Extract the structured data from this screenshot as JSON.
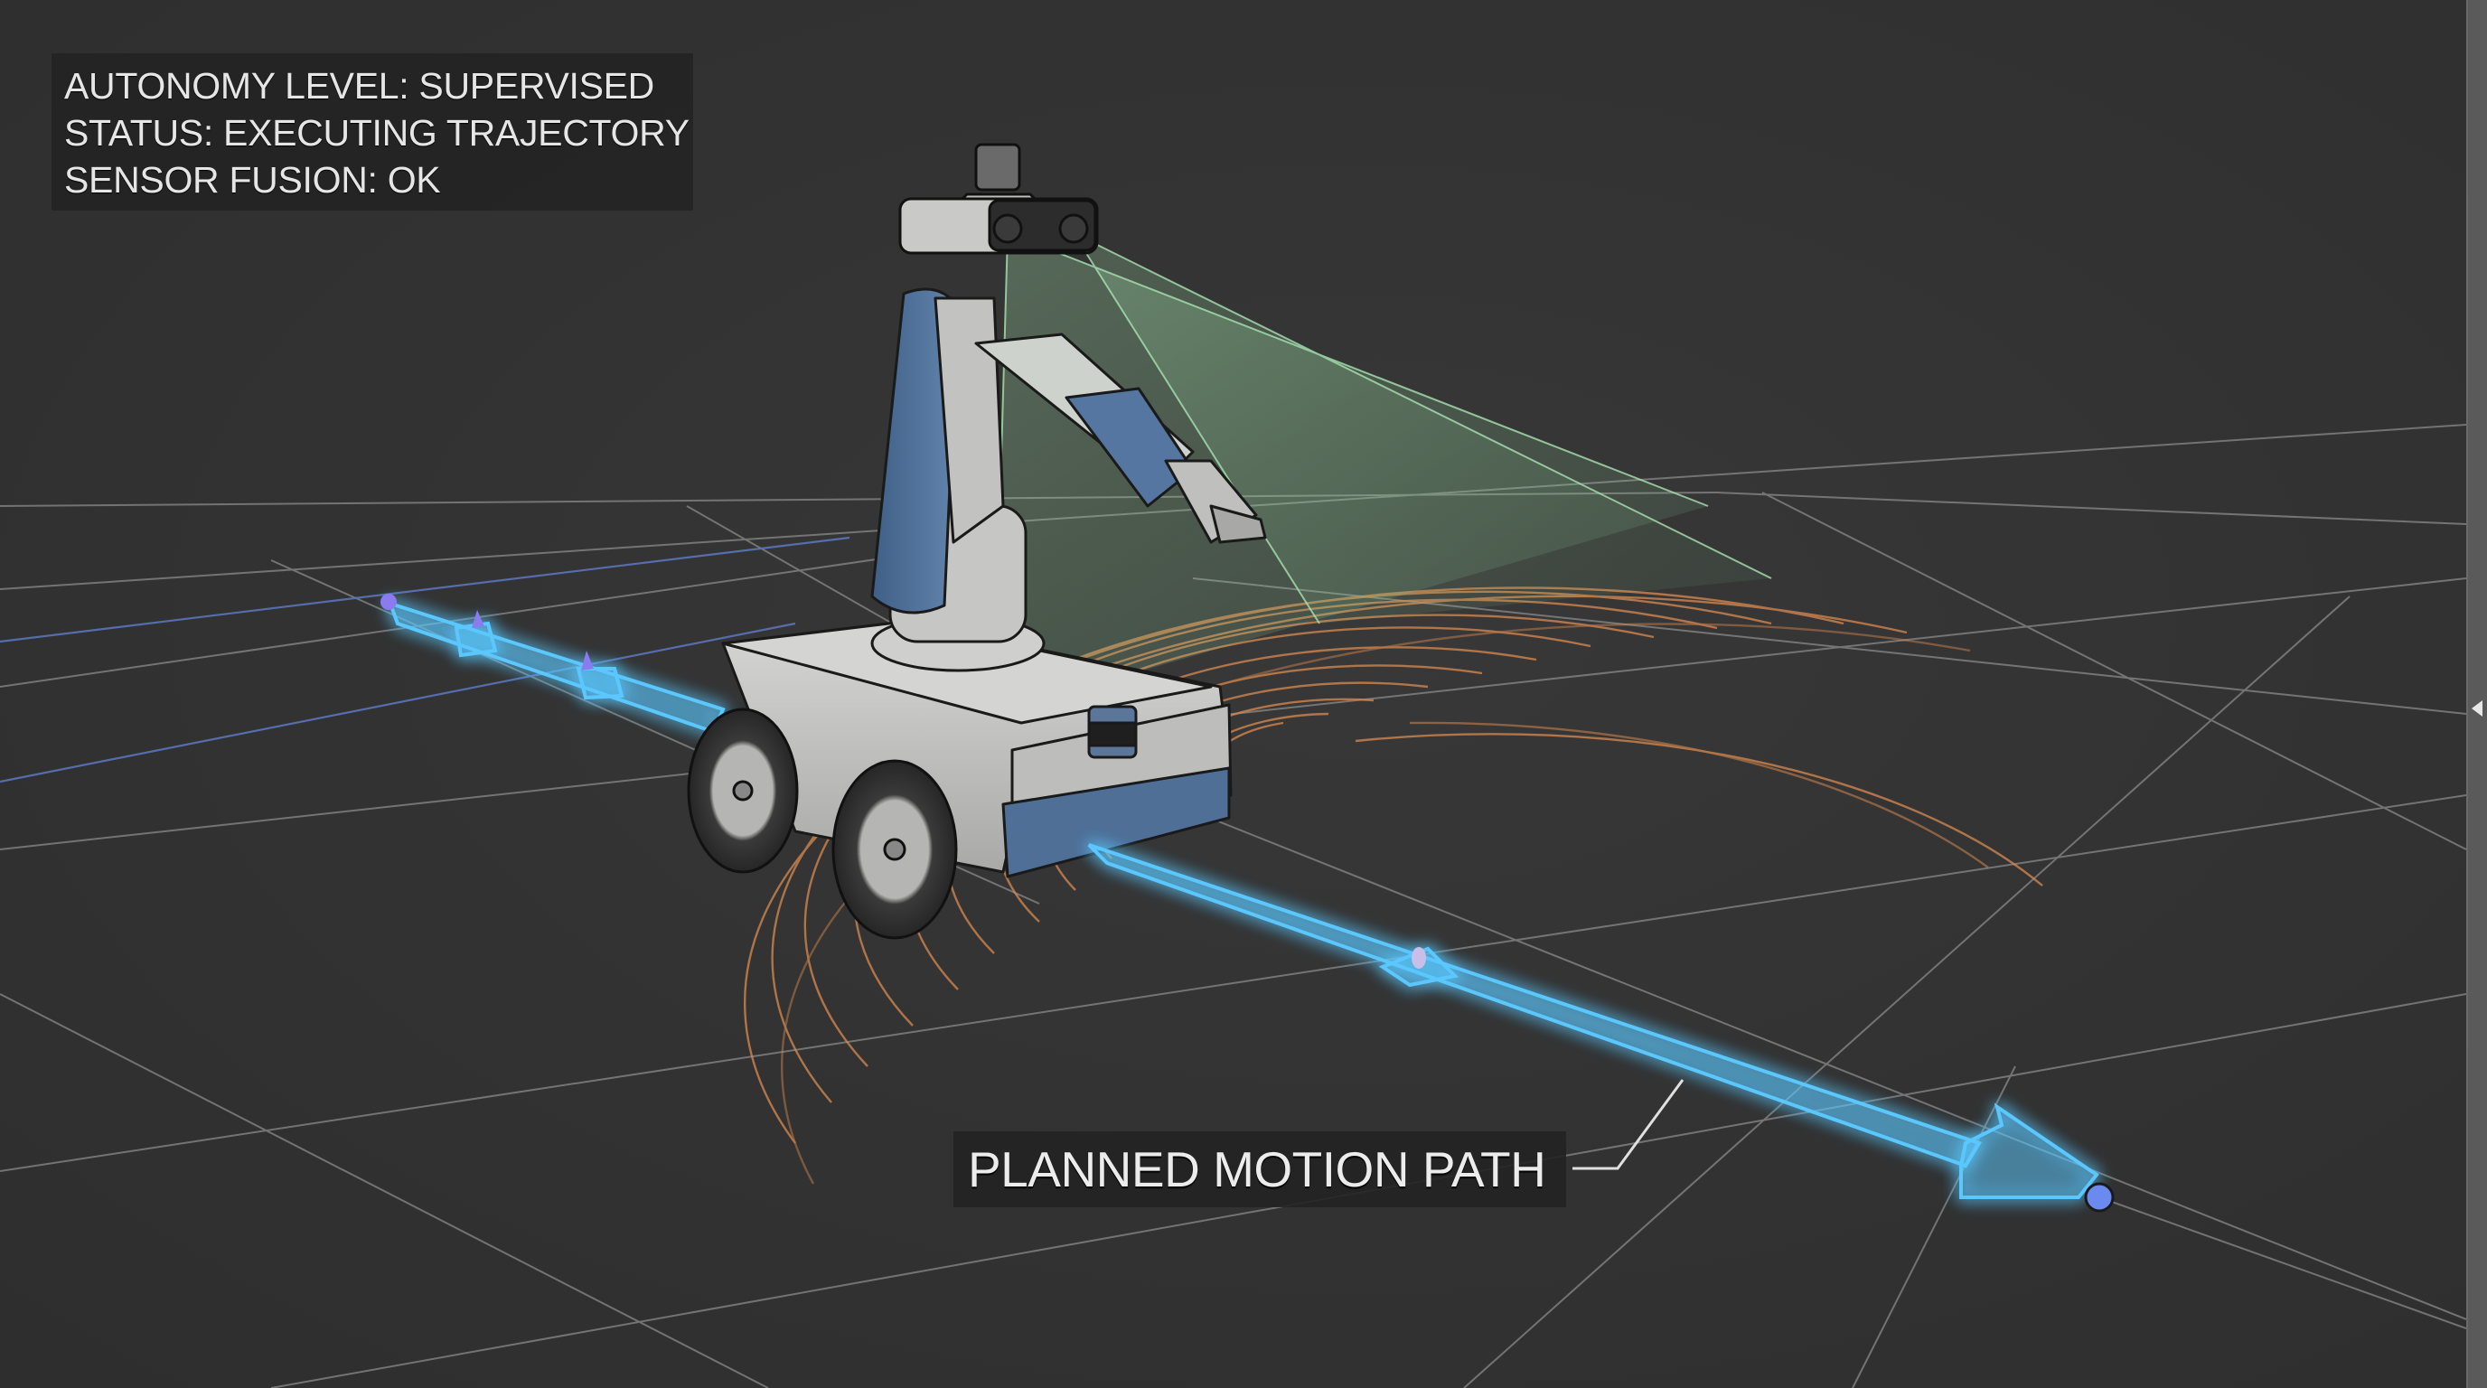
{
  "viewport": {
    "background": "#333333",
    "grid_color": "#8a8a8a",
    "axis_line_color": "#5a74b8"
  },
  "hud": {
    "lines": [
      "AUTONOMY LEVEL: SUPERVISED",
      "STATUS: EXECUTING TRAJECTORY",
      "SENSOR FUSION: OK"
    ]
  },
  "callout": {
    "label": "PLANNED MOTION PATH"
  },
  "robot": {
    "body_color": "#c9c9c7",
    "accent_color": "#4f6f96",
    "camera_fov_color": "#8fd49a",
    "lidar_scan_color": "#d98a4f"
  },
  "motion_path": {
    "color": "#5ac8ff",
    "waypoint_color": "#8a7cf0",
    "goal_color": "#6b8af0"
  },
  "side_panel": {
    "toggle_icon": "collapse-left-arrow"
  }
}
